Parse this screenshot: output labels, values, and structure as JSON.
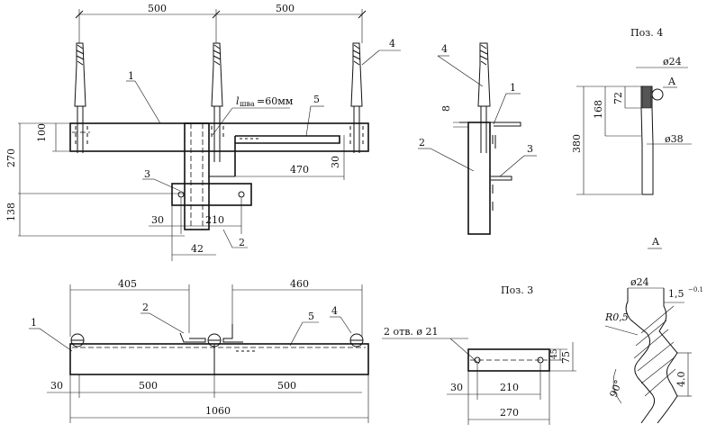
{
  "front_view": {
    "dims": {
      "top_left": "500",
      "top_right": "500",
      "h100": "100",
      "h270": "270",
      "h138": "138",
      "d30a": "30",
      "d210": "210",
      "d42": "42",
      "d470": "470",
      "d30b": "30"
    },
    "callouts": {
      "p1": "1",
      "p2": "2",
      "p3": "3",
      "p4": "4",
      "p5": "5"
    },
    "weld_label": "l",
    "weld_sub": "шва",
    "weld_value": "=60мм"
  },
  "side_view": {
    "dims": {
      "d8": "8"
    },
    "callouts": {
      "p1": "1",
      "p2": "2",
      "p3": "3",
      "p4": "4"
    }
  },
  "pos4": {
    "title": "Поз. 4",
    "dims": {
      "d24": "ø24",
      "d38": "ø38",
      "d168": "168",
      "d72": "72",
      "d380": "380"
    },
    "callout_a": "A"
  },
  "detail_a": {
    "title": "A",
    "dims": {
      "d24": "ø24",
      "r": "R0,5",
      "tol": "1,5",
      "tol_sup": "−0.1",
      "h40": "4.0",
      "angle": "90°"
    }
  },
  "plan_view": {
    "dims": {
      "d405": "405",
      "d460": "460",
      "d30": "30",
      "d500a": "500",
      "d500b": "500",
      "d1060": "1060"
    },
    "callouts": {
      "p1": "1",
      "p2": "2",
      "p4": "4",
      "p5": "5"
    }
  },
  "pos3": {
    "title": "Поз. 3",
    "holes": "2 отв. ø 21",
    "dims": {
      "d45": "45",
      "d75": "75",
      "d30": "30",
      "d210": "210",
      "d270": "270"
    }
  }
}
